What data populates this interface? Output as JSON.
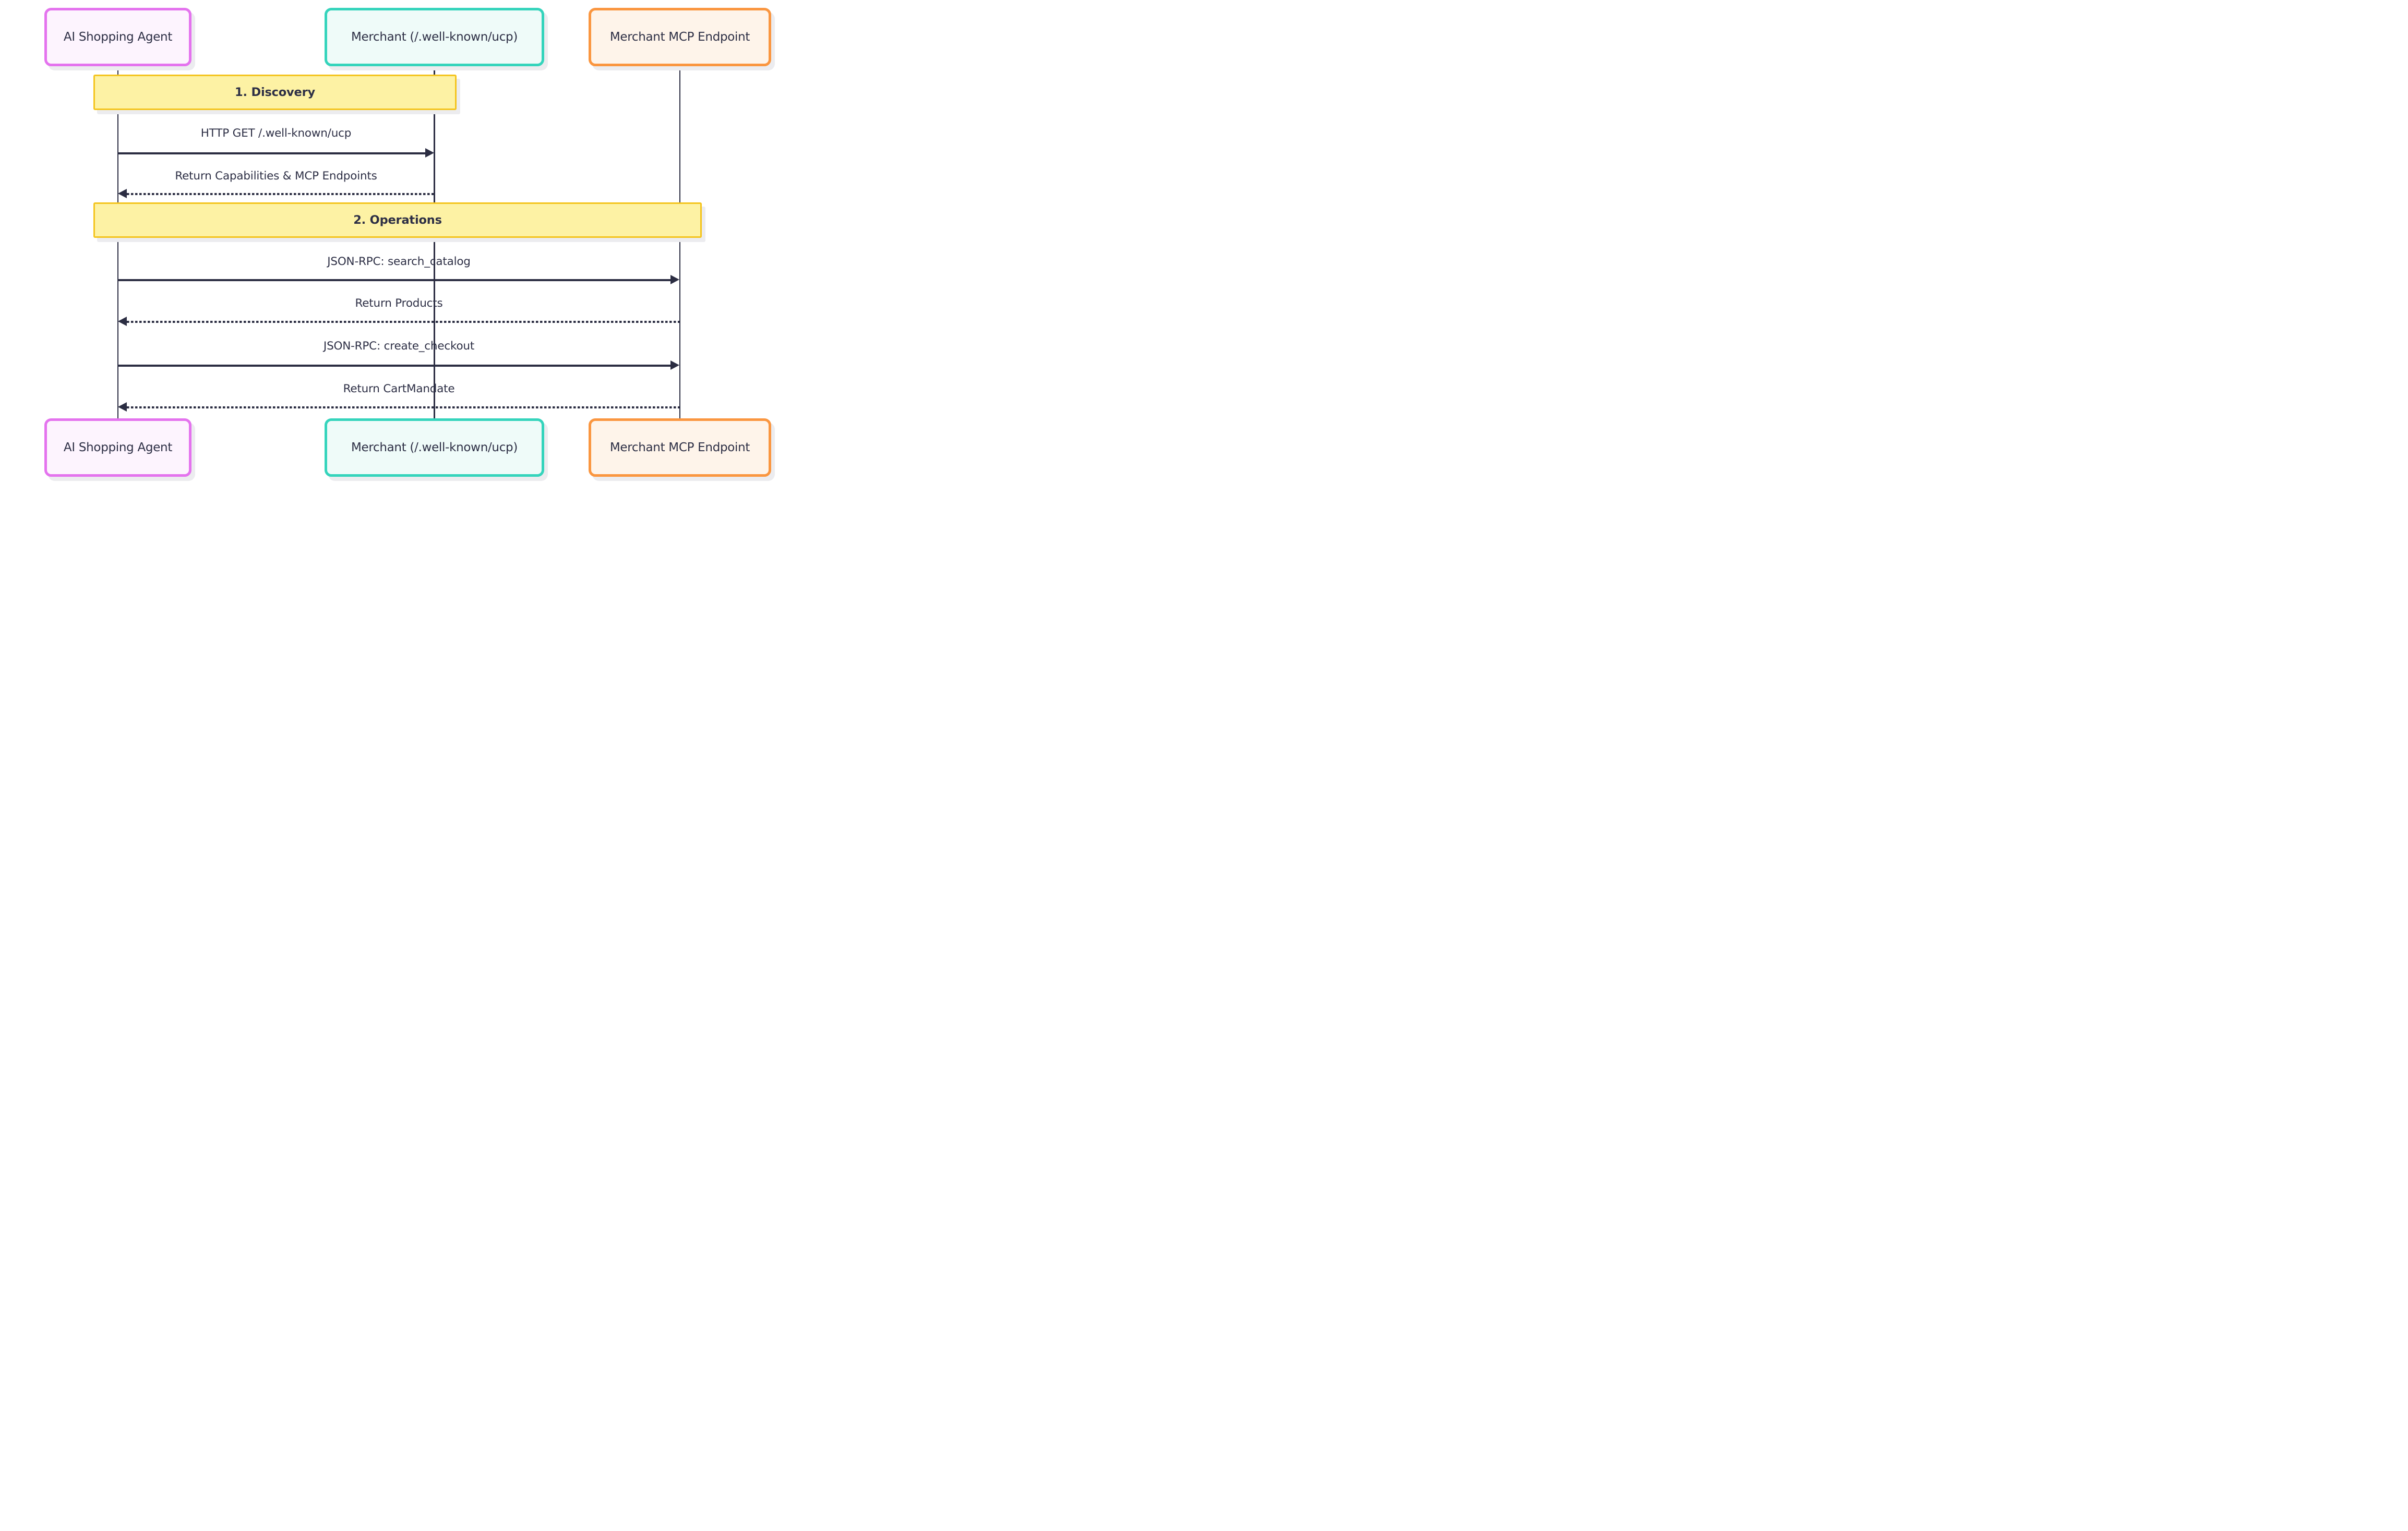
{
  "diagram": {
    "type": "sequence-diagram",
    "background_color": "#ffffff",
    "line_color": "#2b2d42",
    "text_color": "#2d2f45",
    "actors": [
      {
        "id": "agent",
        "label": "AI Shopping Agent",
        "border_color": "#e473ee",
        "fill_color": "#fdf4fe"
      },
      {
        "id": "merchant",
        "label": "Merchant (/.well-known/ucp)",
        "border_color": "#35d4bc",
        "fill_color": "#effbf9"
      },
      {
        "id": "mcp",
        "label": "Merchant MCP Endpoint",
        "border_color": "#fa9640",
        "fill_color": "#fef4ea"
      }
    ],
    "sections": [
      {
        "label": "1. Discovery",
        "border_color": "#f4c41d",
        "fill_color": "#fdf2a4"
      },
      {
        "label": "2. Operations",
        "border_color": "#f4c41d",
        "fill_color": "#fdf2a4"
      }
    ],
    "messages": [
      {
        "from": "agent",
        "to": "merchant",
        "style": "solid",
        "section": "1. Discovery",
        "label": "HTTP GET /.well-known/ucp"
      },
      {
        "from": "merchant",
        "to": "agent",
        "style": "dotted",
        "section": "1. Discovery",
        "label": "Return Capabilities & MCP Endpoints"
      },
      {
        "from": "agent",
        "to": "mcp",
        "style": "solid",
        "section": "2. Operations",
        "label": "JSON-RPC: search_catalog"
      },
      {
        "from": "mcp",
        "to": "agent",
        "style": "dotted",
        "section": "2. Operations",
        "label": "Return Products"
      },
      {
        "from": "agent",
        "to": "mcp",
        "style": "solid",
        "section": "2. Operations",
        "label": "JSON-RPC: create_checkout"
      },
      {
        "from": "mcp",
        "to": "agent",
        "style": "dotted",
        "section": "2. Operations",
        "label": "Return CartMandate"
      }
    ]
  }
}
